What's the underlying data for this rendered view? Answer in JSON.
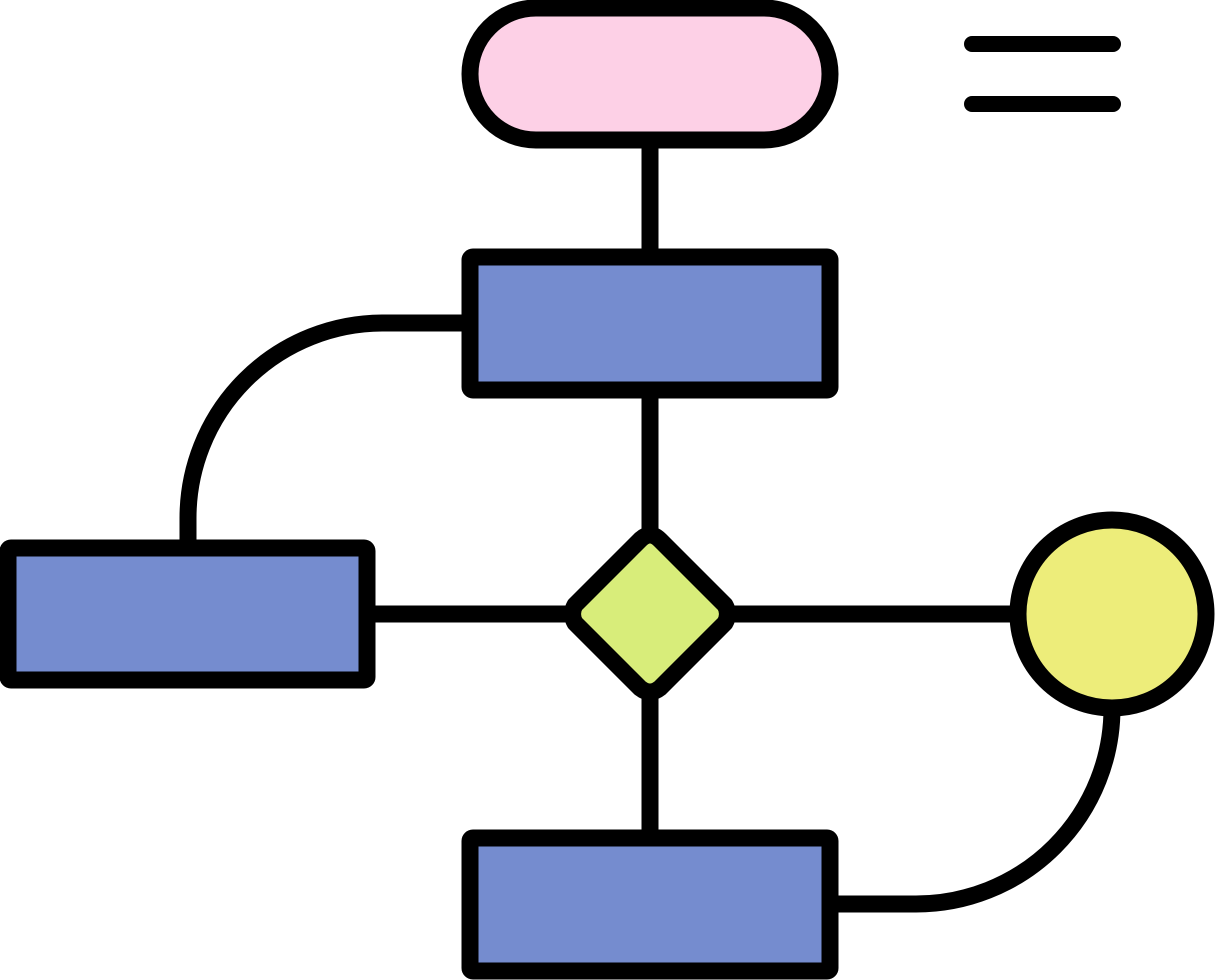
{
  "diagram": {
    "type": "flowchart-icon",
    "colors": {
      "stroke": "#000000",
      "start_terminal": "#fdd0e6",
      "process": "#758ccf",
      "decision": "#d8ed7a",
      "end_connector": "#eded7a",
      "background": "#ffffff"
    },
    "nodes": [
      {
        "id": "start",
        "shape": "terminal",
        "icon": "start-terminal-pill",
        "color_key": "start_terminal"
      },
      {
        "id": "process-top",
        "shape": "process",
        "icon": "process-rectangle",
        "color_key": "process"
      },
      {
        "id": "process-left",
        "shape": "process",
        "icon": "process-rectangle",
        "color_key": "process"
      },
      {
        "id": "decision",
        "shape": "decision",
        "icon": "decision-diamond",
        "color_key": "decision"
      },
      {
        "id": "end",
        "shape": "connector",
        "icon": "end-connector-circle",
        "color_key": "end_connector"
      },
      {
        "id": "process-bottom",
        "shape": "process",
        "icon": "process-rectangle",
        "color_key": "process"
      }
    ],
    "edges": [
      {
        "from": "start",
        "to": "process-top",
        "style": "straight"
      },
      {
        "from": "process-top",
        "to": "decision",
        "style": "straight"
      },
      {
        "from": "process-top",
        "to": "process-left",
        "style": "curved"
      },
      {
        "from": "process-left",
        "to": "decision",
        "style": "straight"
      },
      {
        "from": "decision",
        "to": "end",
        "style": "straight"
      },
      {
        "from": "decision",
        "to": "process-bottom",
        "style": "straight"
      },
      {
        "from": "process-bottom",
        "to": "end",
        "style": "curved"
      }
    ],
    "menu_icon": {
      "icon": "menu-lines-icon",
      "line_count": 2
    }
  }
}
